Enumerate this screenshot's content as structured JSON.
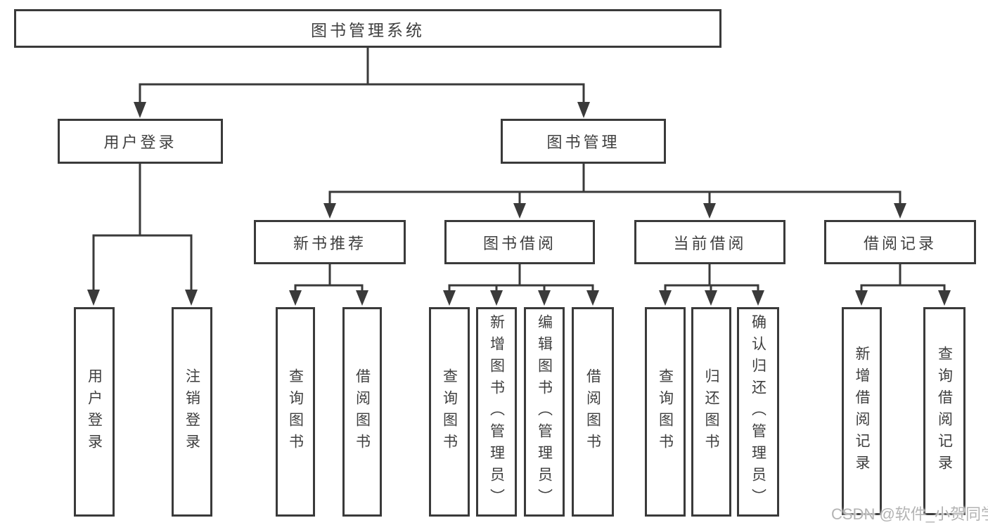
{
  "diagram": {
    "root": {
      "label": "图书管理系统",
      "children": [
        {
          "label": "用户登录",
          "children": [
            {
              "label": "用户登录"
            },
            {
              "label": "注销登录"
            }
          ]
        },
        {
          "label": "图书管理",
          "children": [
            {
              "label": "新书推荐",
              "children": [
                {
                  "label": "查询图书"
                },
                {
                  "label": "借阅图书"
                }
              ]
            },
            {
              "label": "图书借阅",
              "children": [
                {
                  "label": "查询图书"
                },
                {
                  "label": "新增图书（管理员）"
                },
                {
                  "label": "编辑图书（管理员）"
                },
                {
                  "label": "借阅图书"
                }
              ]
            },
            {
              "label": "当前借阅",
              "children": [
                {
                  "label": "查询图书"
                },
                {
                  "label": "归还图书"
                },
                {
                  "label": "确认归还（管理员）"
                }
              ]
            },
            {
              "label": "借阅记录",
              "children": [
                {
                  "label": "新增借阅记录"
                },
                {
                  "label": "查询借阅记录"
                }
              ]
            }
          ]
        }
      ]
    }
  },
  "watermark": {
    "text": "CSDN @软件_小贺同学"
  },
  "colors": {
    "line": "#3a3a3a",
    "text": "#3f3f3f",
    "watermark": "#b3b3b3",
    "background": "#ffffff"
  }
}
